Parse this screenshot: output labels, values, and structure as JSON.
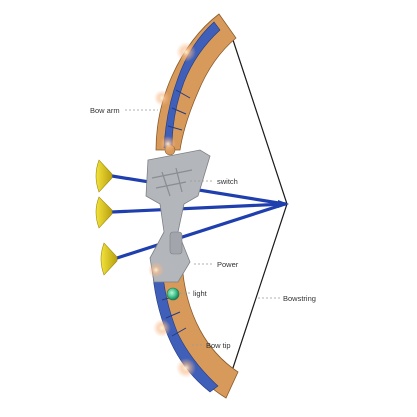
{
  "labels": {
    "bow_arm": "Bow arm",
    "switch": "switch",
    "power": "Power",
    "light": "light",
    "bowstring": "Bowstring",
    "bow_tip": "Bow tip"
  },
  "colors": {
    "limb_blue": "#3f5fb8",
    "limb_orange": "#d79a5b",
    "grip_gray": "#b3b6bb",
    "arrow_shaft": "#1f3fae",
    "suction_cup": "#e8d21a",
    "string": "#1a1a1a",
    "led_green": "#3ec28a",
    "glow": "#f6b98a"
  }
}
